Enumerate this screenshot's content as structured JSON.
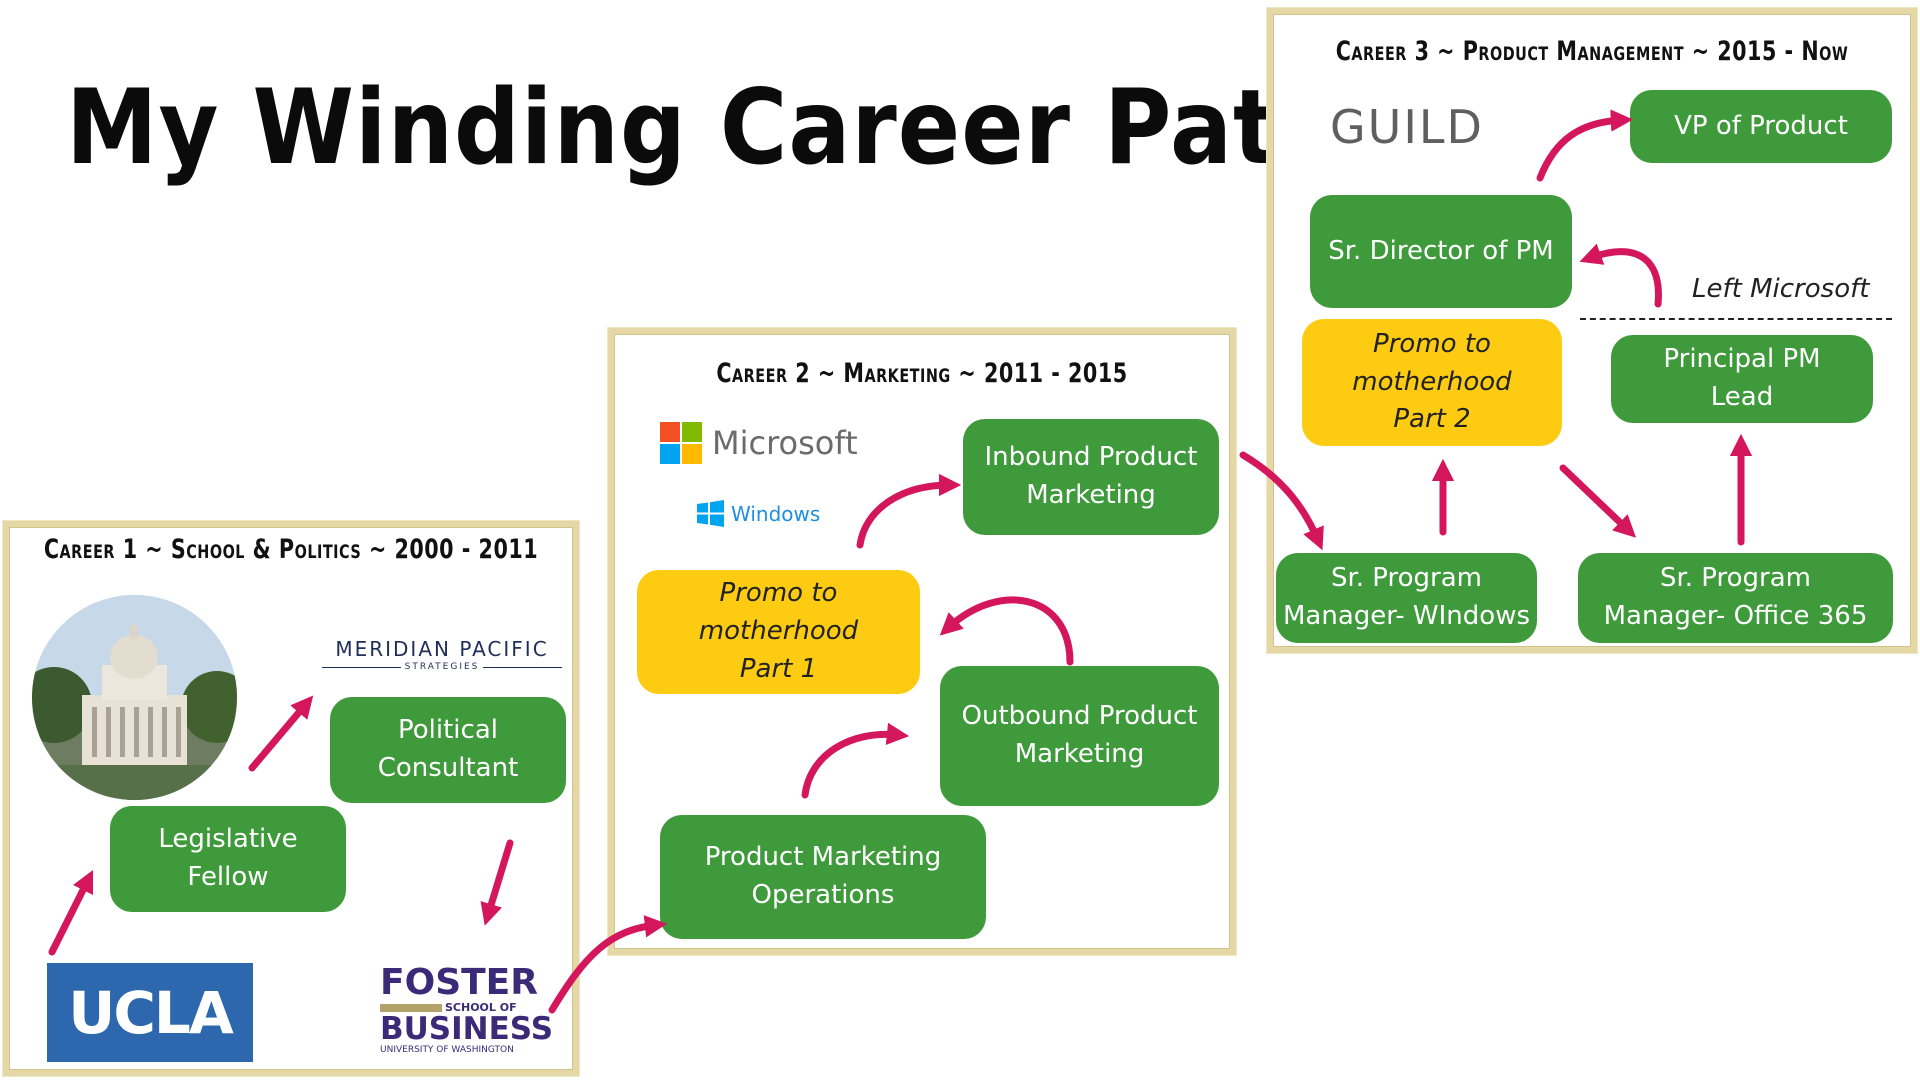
{
  "title": "My Winding Career Path",
  "colors": {
    "green_box": "#3f9a3c",
    "yellow_box": "#fccb12",
    "arrow": "#d4175c",
    "panel_border": "#e4d8a6"
  },
  "panels": {
    "career1": {
      "heading": "Career 1 ~ School & Politics ~ 2000 - 2011",
      "boxes": {
        "legislative_fellow": "Legislative\nFellow",
        "political_consultant": "Political\nConsultant"
      },
      "logos": {
        "meridian_main": "MERIDIAN PACIFIC",
        "meridian_sub": "STRATEGIES",
        "ucla": "UCLA",
        "foster_main": "FOSTER",
        "foster_school": "SCHOOL OF",
        "foster_business": "BUSINESS",
        "foster_uw": "UNIVERSITY OF WASHINGTON"
      },
      "image": "capitol-building-photo"
    },
    "career2": {
      "heading": "Career 2 ~ Marketing ~ 2011 - 2015",
      "boxes": {
        "inbound": "Inbound Product\nMarketing",
        "promo1": "Promo to\nmotherhood\nPart 1",
        "outbound": "Outbound Product\nMarketing",
        "pmo": "Product Marketing\nOperations"
      },
      "logos": {
        "microsoft": "Microsoft",
        "windows": "Windows"
      }
    },
    "career3": {
      "heading": "Career 3 ~ Product Management ~ 2015 - Now",
      "boxes": {
        "vp": "VP of Product",
        "sr_director": "Sr. Director of PM",
        "promo2": "Promo to\nmotherhood\nPart 2",
        "principal": "Principal PM\nLead",
        "spm_windows": "Sr. Program\nManager- WIndows",
        "spm_office": "Sr. Program\nManager- Office 365"
      },
      "note": "Left Microsoft",
      "logos": {
        "guild": "GUILD"
      }
    }
  }
}
